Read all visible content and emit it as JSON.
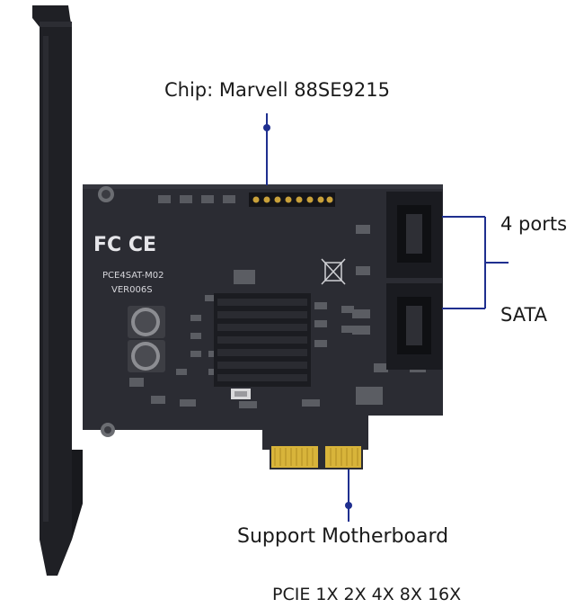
{
  "callouts": {
    "chip": "Chip: Marvell 88SE9215",
    "ports": "4 ports",
    "interface": "SATA",
    "support": "Support Motherboard",
    "pcie": "PCIE 1X 2X 4X 8X 16X"
  },
  "board_markings": {
    "certification": "FC CE",
    "model": "PCE4SAT-M02",
    "version": "VER006S"
  },
  "colors": {
    "pcb": "#2b2c33",
    "bracket": "#202126",
    "heatsink": "#1b1c21",
    "gold_contacts": "#d8b43a",
    "callout_line": "#1f2f8f",
    "label_text": "#1a1a1a"
  }
}
